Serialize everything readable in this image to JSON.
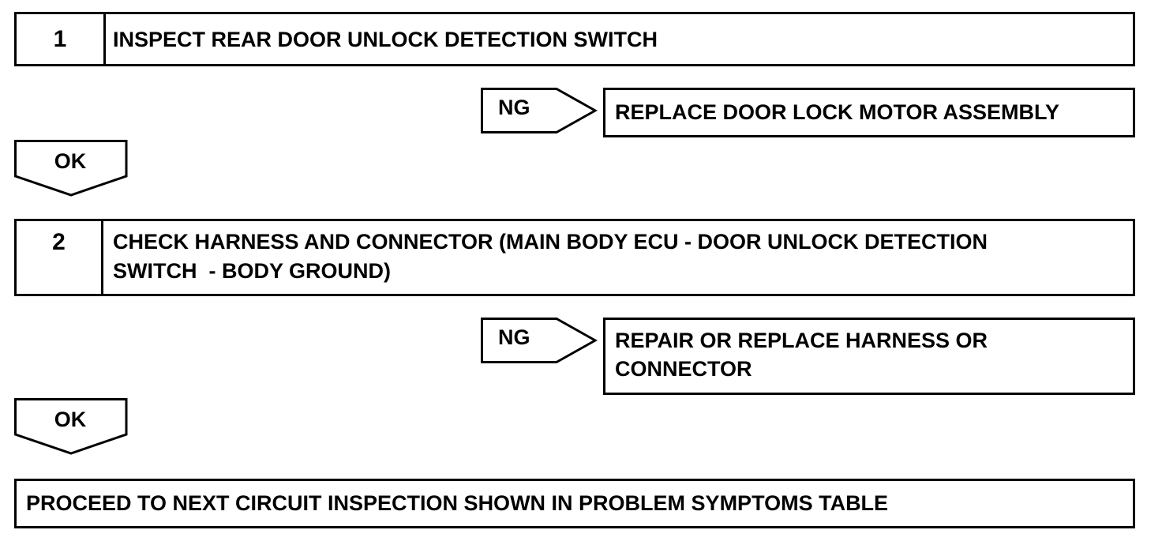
{
  "step1": {
    "number": "1",
    "text": "INSPECT REAR DOOR UNLOCK DETECTION SWITCH"
  },
  "ng1": {
    "label": "NG",
    "result": "REPLACE DOOR LOCK MOTOR ASSEMBLY"
  },
  "ok1": {
    "label": "OK"
  },
  "step2": {
    "number": "2",
    "text_line1": "CHECK HARNESS AND CONNECTOR (MAIN BODY ECU - DOOR UNLOCK DETECTION",
    "text_line2": "SWITCH  - BODY GROUND)"
  },
  "ng2": {
    "label": "NG",
    "result_line1": "REPAIR OR REPLACE HARNESS OR",
    "result_line2": "CONNECTOR"
  },
  "ok2": {
    "label": "OK"
  },
  "final": {
    "text": "PROCEED TO NEXT CIRCUIT INSPECTION SHOWN IN PROBLEM SYMPTOMS TABLE"
  }
}
